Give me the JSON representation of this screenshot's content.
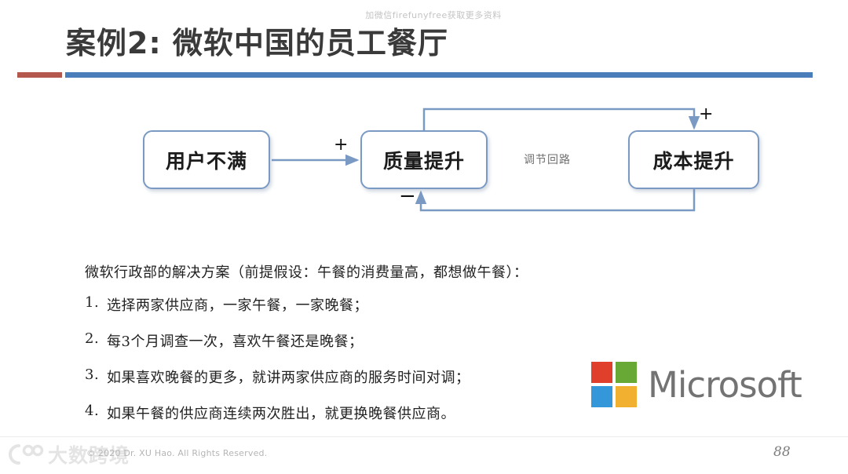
{
  "slide": {
    "title": "案例2: 微软中国的员工餐厅",
    "watermark_top": "加微信firefunyfree获取更多资料",
    "page_number": "88",
    "copyright": "© 2020 Dr. XU Hao. All Rights Reserved.",
    "watermark_bottom": "大数跨境"
  },
  "colors": {
    "rule_red": "#b4574d",
    "rule_blue": "#4a7ebb",
    "node_border": "#7a9ac4",
    "wire": "#7a9ac4",
    "ms_red": "#e0402b",
    "ms_green": "#68a834",
    "ms_blue": "#3397da",
    "ms_orange": "#f2b030",
    "ms_text": "#737373"
  },
  "diagram": {
    "nodes": [
      {
        "id": "user",
        "label": "用户不满"
      },
      {
        "id": "quality",
        "label": "质量提升"
      },
      {
        "id": "cost",
        "label": "成本提升"
      }
    ],
    "loop_label": "调节回路",
    "signs": {
      "user_to_quality": "+",
      "quality_to_cost": "+",
      "cost_to_quality": "−"
    }
  },
  "content": {
    "lead": "微软行政部的解决方案（前提假设：午餐的消费量高，都想做午餐）：",
    "steps": [
      {
        "num": "1.",
        "text": "选择两家供应商，一家午餐，一家晚餐；"
      },
      {
        "num": "2.",
        "text": "每3个月调查一次，喜欢午餐还是晚餐；"
      },
      {
        "num": "3.",
        "text": "如果喜欢晚餐的更多，就讲两家供应商的服务时间对调；"
      },
      {
        "num": "4.",
        "text": "如果午餐的供应商连续两次胜出，就更换晚餐供应商。"
      }
    ]
  },
  "logo": {
    "wordmark": "Microsoft"
  }
}
